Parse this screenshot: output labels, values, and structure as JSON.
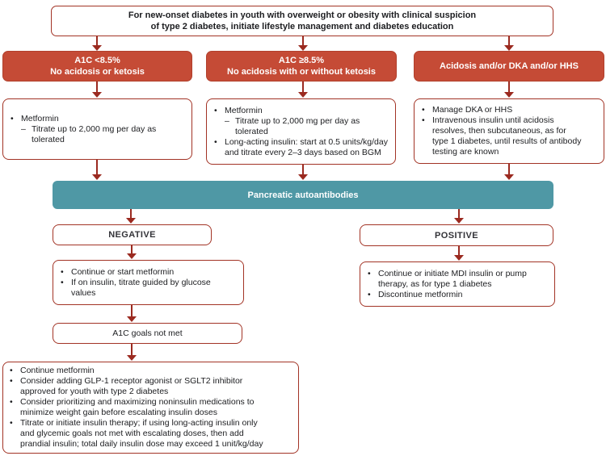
{
  "colors": {
    "red_fill": "#C54B36",
    "dark_red": "#9B2A20",
    "border_red": "#A23325",
    "teal": "#4F98A5"
  },
  "top_box": {
    "text": "For new-onset diabetes in youth with overweight or obesity with clinical suspicion\nof type 2 diabetes, initiate lifestyle management and diabetes education"
  },
  "branches": [
    {
      "header": "A1C <8.5%\nNo acidosis or ketosis",
      "items": [
        {
          "type": "bullet",
          "text": "Metformin"
        },
        {
          "type": "dash",
          "text": "Titrate up to 2,000 mg per day as\ntolerated"
        }
      ]
    },
    {
      "header": "A1C ≥8.5%\nNo acidosis with or without ketosis",
      "items": [
        {
          "type": "bullet",
          "text": "Metformin"
        },
        {
          "type": "dash",
          "text": "Titrate up to 2,000 mg per day as\ntolerated"
        },
        {
          "type": "bullet",
          "text": "Long-acting insulin: start at 0.5 units/kg/day\nand titrate every 2–3 days based on BGM"
        }
      ]
    },
    {
      "header": "Acidosis and/or DKA and/or HHS",
      "items": [
        {
          "type": "bullet",
          "text": "Manage DKA or HHS"
        },
        {
          "type": "bullet",
          "text": "Intravenous insulin until acidosis\nresolves, then subcutaneous, as for\ntype 1 diabetes, until results of antibody\ntesting are known"
        }
      ]
    }
  ],
  "bar": {
    "label": "Pancreatic autoantibodies"
  },
  "negative": {
    "label": "NEGATIVE",
    "items": [
      {
        "type": "bullet",
        "text": "Continue or start metformin"
      },
      {
        "type": "bullet",
        "text": "If on insulin, titrate guided by glucose\nvalues"
      }
    ],
    "a1c_goals": "A1C goals not met",
    "escalation_items": [
      {
        "type": "bullet",
        "text": "Continue metformin"
      },
      {
        "type": "bullet",
        "text": "Consider adding GLP-1 receptor agonist or SGLT2 inhibitor\napproved for youth with type 2 diabetes"
      },
      {
        "type": "bullet",
        "text": "Consider prioritizing and maximizing noninsulin medications to\nminimize weight gain before escalating insulin doses"
      },
      {
        "type": "bullet",
        "text": "Titrate or initiate insulin therapy; if using long-acting insulin only\nand glycemic goals not met with escalating doses, then add\nprandial insulin; total daily insulin dose may exceed 1 unit/kg/day"
      }
    ]
  },
  "positive": {
    "label": "POSITIVE",
    "items": [
      {
        "type": "bullet",
        "text": "Continue or initiate MDI insulin or pump\ntherapy, as for type 1 diabetes"
      },
      {
        "type": "bullet",
        "text": "Discontinue metformin"
      }
    ]
  }
}
